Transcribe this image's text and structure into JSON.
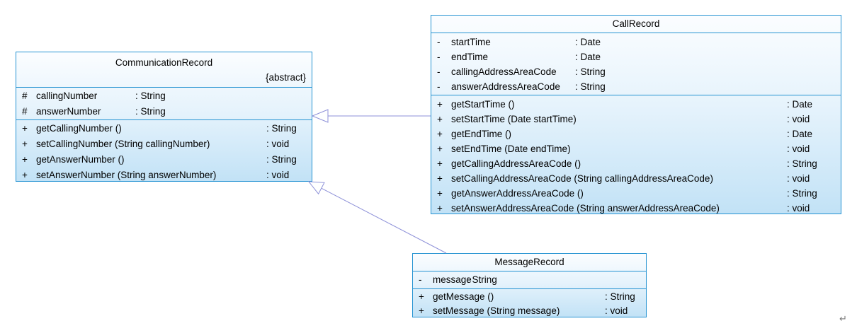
{
  "diagram": {
    "type": "uml-class-diagram",
    "colors": {
      "box_border": "#2593d2",
      "box_fill_top": "#fbfdff",
      "box_fill_bottom": "#c2e2f6",
      "connector": "#8d90d8",
      "text": "#000000"
    },
    "classes": [
      {
        "name": "CommunicationRecord",
        "stereotype": "{abstract}",
        "attributes": [
          {
            "vis": "#",
            "text": "callingNumber",
            "type": ": String"
          },
          {
            "vis": "#",
            "text": "answerNumber",
            "type": ": String"
          }
        ],
        "methods": [
          {
            "vis": "+",
            "text": "getCallingNumber ()",
            "type": ": String"
          },
          {
            "vis": "+",
            "text": "setCallingNumber (String callingNumber)",
            "type": ": void"
          },
          {
            "vis": "+",
            "text": "getAnswerNumber ()",
            "type": ": String"
          },
          {
            "vis": "+",
            "text": "setAnswerNumber (String answerNumber)",
            "type": ": void"
          }
        ]
      },
      {
        "name": "CallRecord",
        "attributes": [
          {
            "vis": "-",
            "text": "startTime",
            "type": ": Date"
          },
          {
            "vis": "-",
            "text": "endTime",
            "type": ": Date"
          },
          {
            "vis": "-",
            "text": "callingAddressAreaCode",
            "type": ": String"
          },
          {
            "vis": "-",
            "text": "answerAddressAreaCode",
            "type": ": String"
          }
        ],
        "methods": [
          {
            "vis": "+",
            "text": "getStartTime ()",
            "type": ": Date"
          },
          {
            "vis": "+",
            "text": "setStartTime (Date startTime)",
            "type": ": void"
          },
          {
            "vis": "+",
            "text": "getEndTime ()",
            "type": ": Date"
          },
          {
            "vis": "+",
            "text": "setEndTime (Date endTime)",
            "type": ": void"
          },
          {
            "vis": "+",
            "text": "getCallingAddressAreaCode ()",
            "type": ": String"
          },
          {
            "vis": "+",
            "text": "setCallingAddressAreaCode (String callingAddressAreaCode)",
            "type": ": void"
          },
          {
            "vis": "+",
            "text": "getAnswerAddressAreaCode ()",
            "type": ": String"
          },
          {
            "vis": "+",
            "text": "setAnswerAddressAreaCode (String answerAddressAreaCode)",
            "type": ": void"
          }
        ]
      },
      {
        "name": "MessageRecord",
        "attributes": [
          {
            "vis": "-",
            "text": "message",
            "type": ": String"
          }
        ],
        "methods": [
          {
            "vis": "+",
            "text": "getMessage ()",
            "type": ": String"
          },
          {
            "vis": "+",
            "text": "setMessage (String message)",
            "type": ": void"
          }
        ]
      }
    ],
    "relations": [
      {
        "kind": "generalization",
        "from": "CallRecord",
        "to": "CommunicationRecord"
      },
      {
        "kind": "generalization",
        "from": "MessageRecord",
        "to": "CommunicationRecord"
      }
    ],
    "misc": {
      "return_mark": "↵"
    }
  }
}
